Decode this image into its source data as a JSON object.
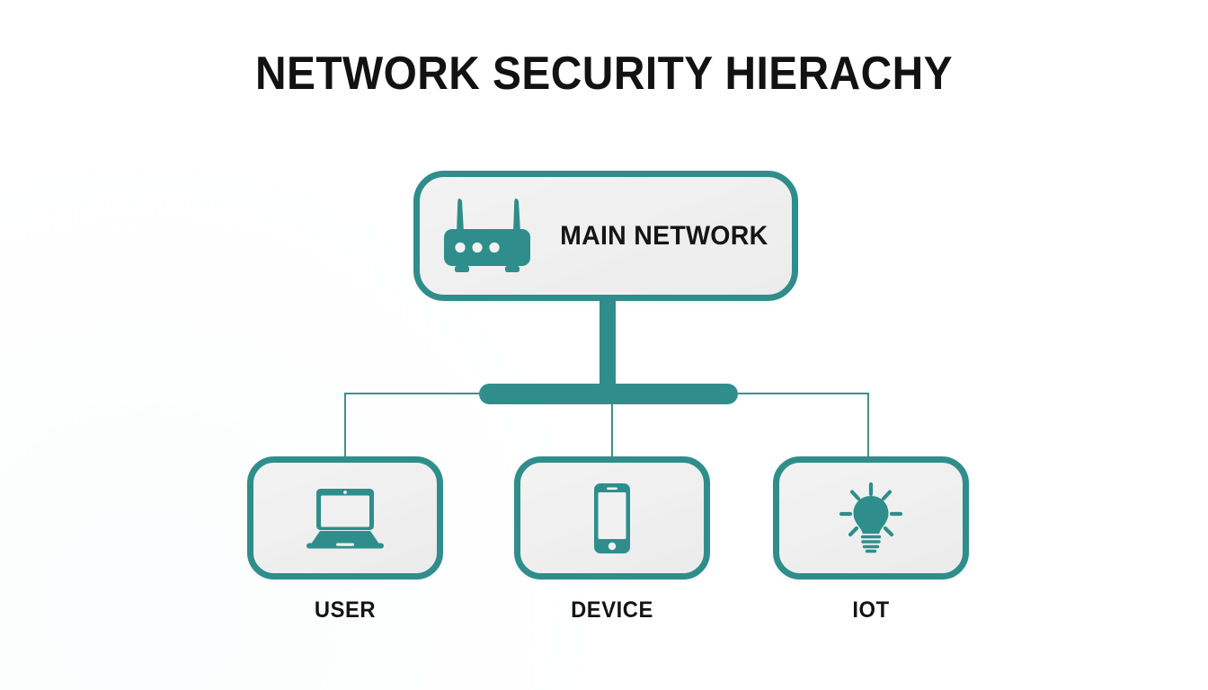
{
  "page": {
    "title": "NETWORK SECURITY HIERACHY",
    "background_color": "#fefefe"
  },
  "theme": {
    "accent": "#2f8e8b",
    "accent_line": "#3f918f",
    "card_fill": "#efefef",
    "text_color": "#141414"
  },
  "root_node": {
    "label": "MAIN NETWORK",
    "icon": "router-icon"
  },
  "connector": {
    "stem": "vertical-stem",
    "bus": "horizontal-bus-bar",
    "branches": 3
  },
  "child_nodes": [
    {
      "id": "user",
      "label": "USER",
      "icon": "laptop-icon"
    },
    {
      "id": "device",
      "label": "DEVICE",
      "icon": "smartphone-icon"
    },
    {
      "id": "iot",
      "label": "IOT",
      "icon": "lightbulb-icon"
    }
  ]
}
